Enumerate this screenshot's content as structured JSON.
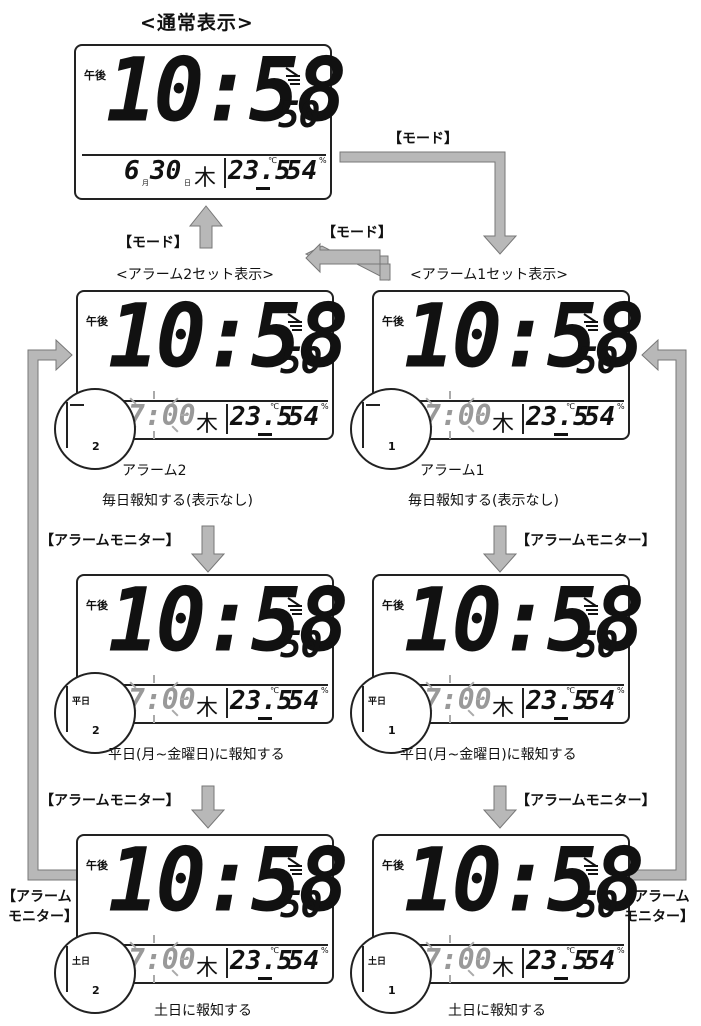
{
  "normal_title": "<通常表示>",
  "alarm2_header": "<アラーム2セット表示>",
  "alarm1_header": "<アラーム1セット表示>",
  "mode_button": "【モード】",
  "alarm_monitor_button": "【アラームモニター】",
  "alarm_monitor_button_l1": "【アラーム",
  "alarm_monitor_button_l2": "モニター】",
  "clock": {
    "ampm": "午後",
    "time": "10:58",
    "seconds": "50",
    "month": "6",
    "month_unit": "月",
    "day": "30",
    "day_unit": "日",
    "weekday": "木",
    "temperature": "23.5",
    "temp_unit": "℃",
    "humidity": "54",
    "humidity_unit": "%",
    "alarm_time": "7:00"
  },
  "alarm2_label": "アラーム2",
  "alarm1_label": "アラーム1",
  "alarm2_number": "2",
  "alarm1_number": "1",
  "caption_daily": "毎日報知する(表示なし)",
  "caption_weekday": "平日(月~金曜日)に報知する",
  "caption_weekend": "土日に報知する",
  "weekday_tag": "平日",
  "weekend_tag": "土日",
  "colors": {
    "arrow": "#b3b3b3",
    "line": "#222222"
  }
}
